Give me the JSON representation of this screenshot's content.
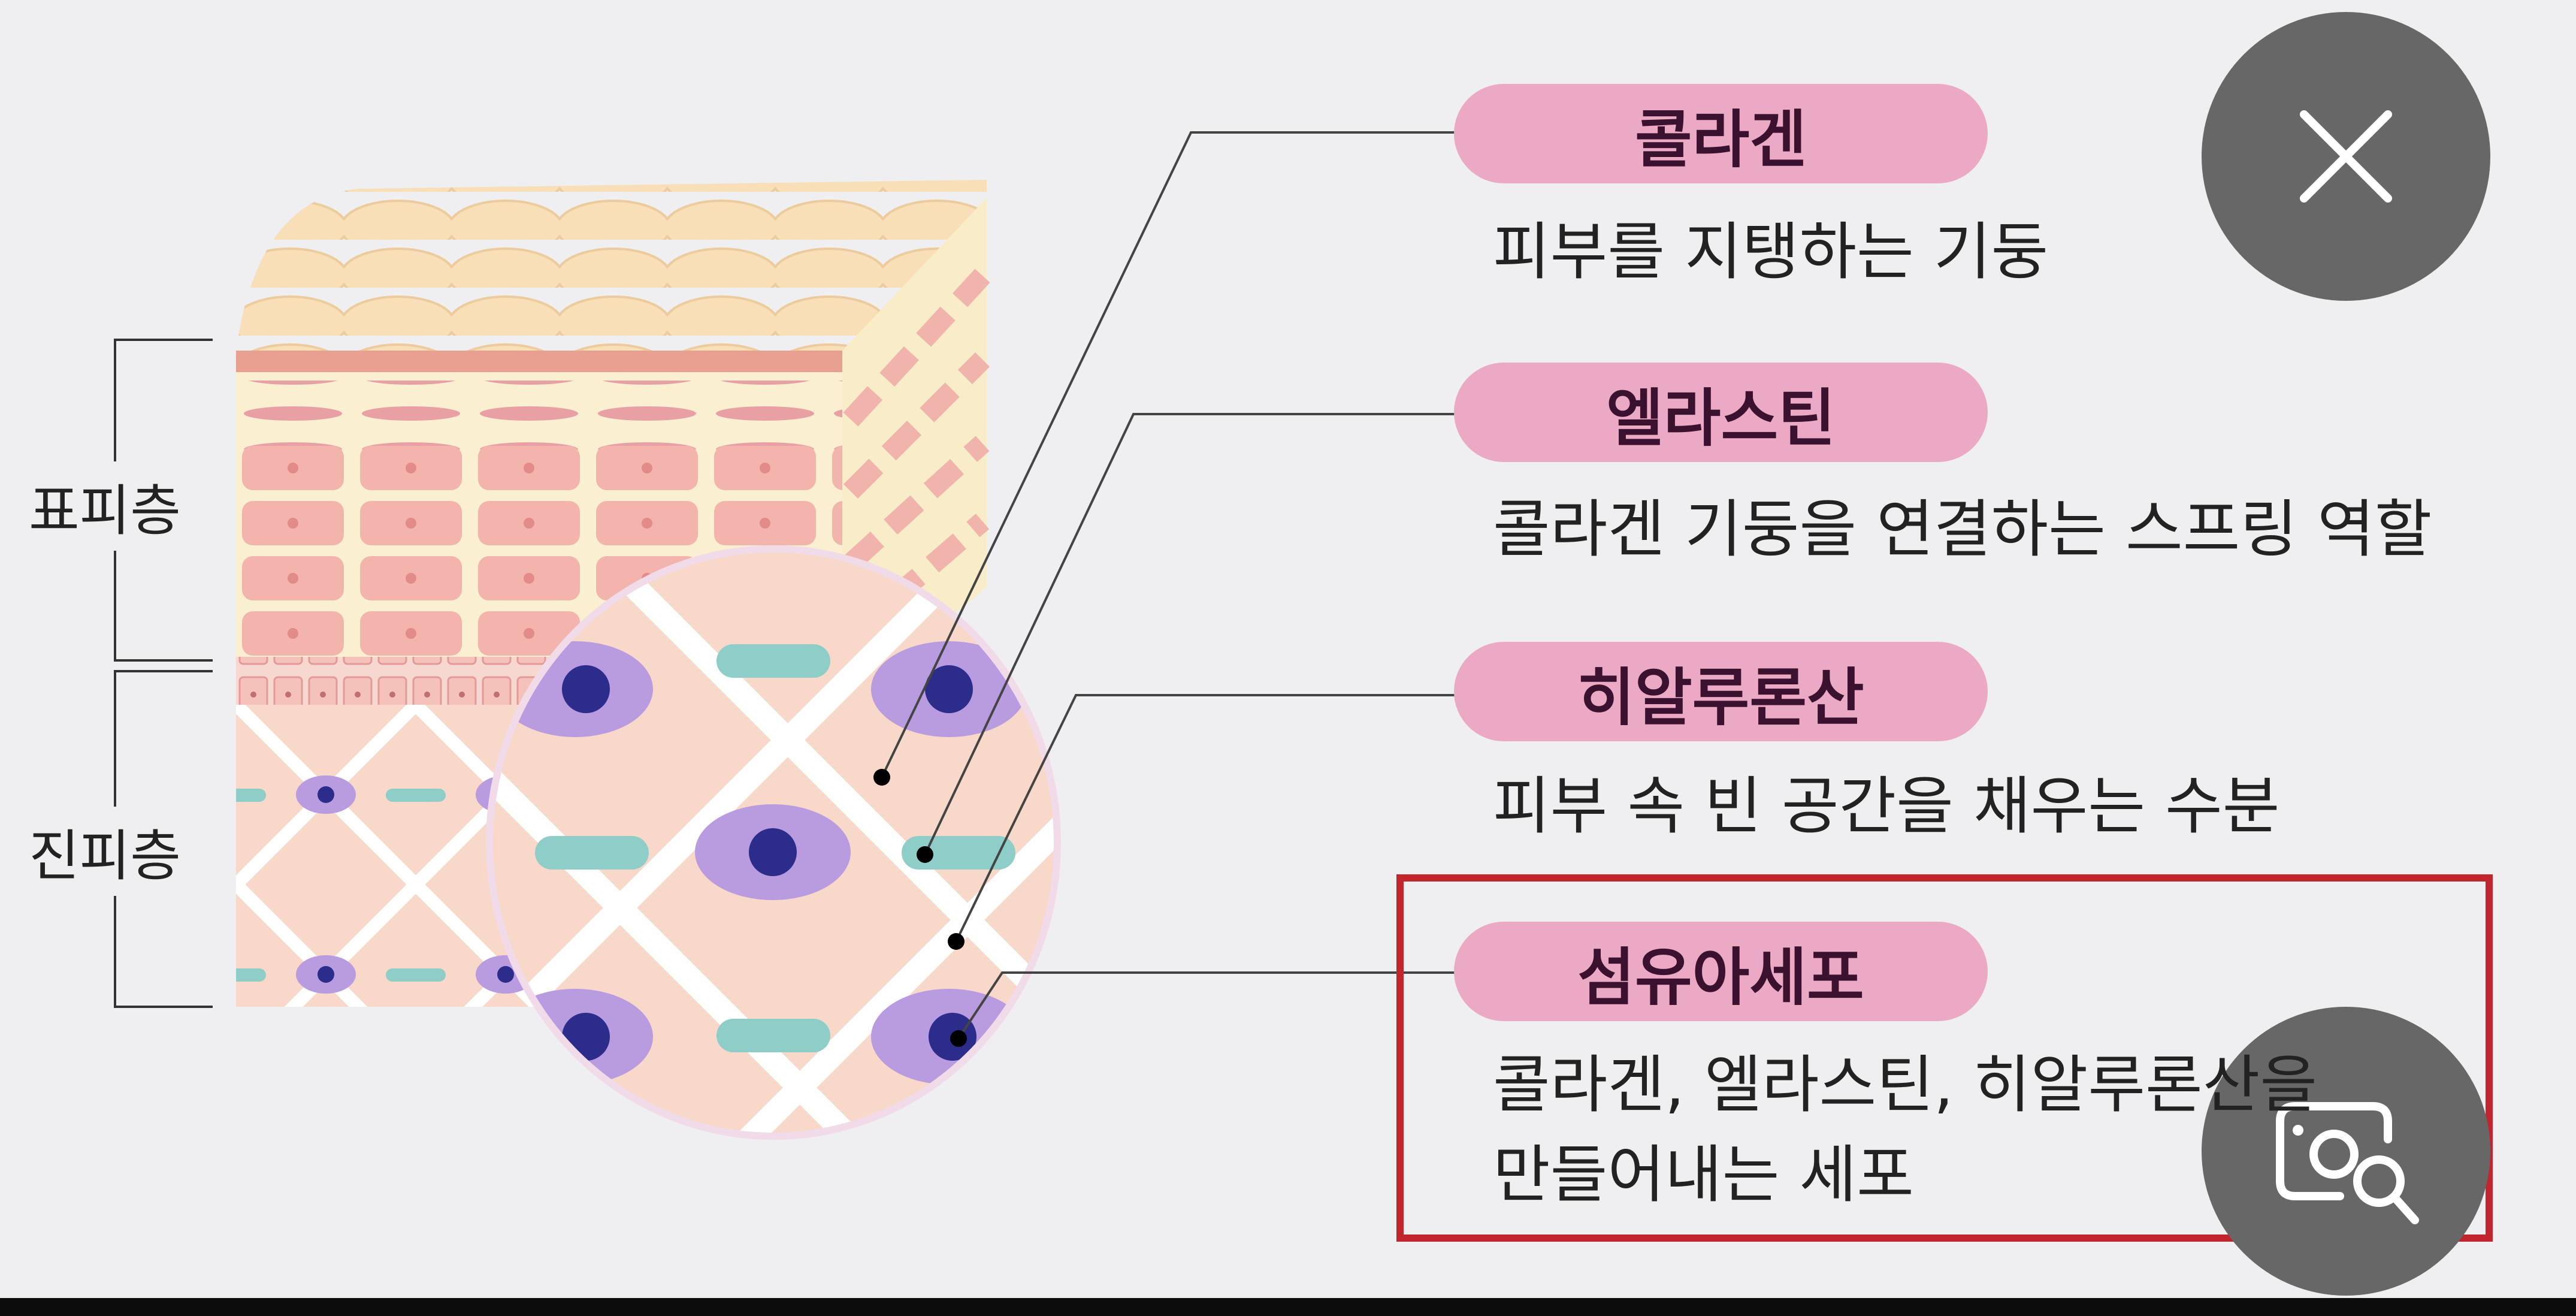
{
  "diagram": {
    "layers": [
      {
        "label": "표피층"
      },
      {
        "label": "진피층"
      }
    ],
    "items": [
      {
        "title": "콜라겐",
        "desc_lines": [
          "피부를 지탱하는 기둥"
        ]
      },
      {
        "title": "엘라스틴",
        "desc_lines": [
          "콜라겐 기둥을 연결하는 스프링 역할"
        ]
      },
      {
        "title": "히알루론산",
        "desc_lines": [
          "피부 속 빈 공간을 채우는 수분"
        ]
      },
      {
        "title": "섬유아세포",
        "desc_lines": [
          "콜라겐, 엘라스틴, 히알루론산을",
          "만들어내는 세포"
        ],
        "highlighted": true
      }
    ]
  },
  "overlay": {
    "close_icon": "close-icon",
    "lens_icon": "visual-search-icon",
    "highlight_color": "#c0262b",
    "pill_color": "#eba9c4"
  }
}
